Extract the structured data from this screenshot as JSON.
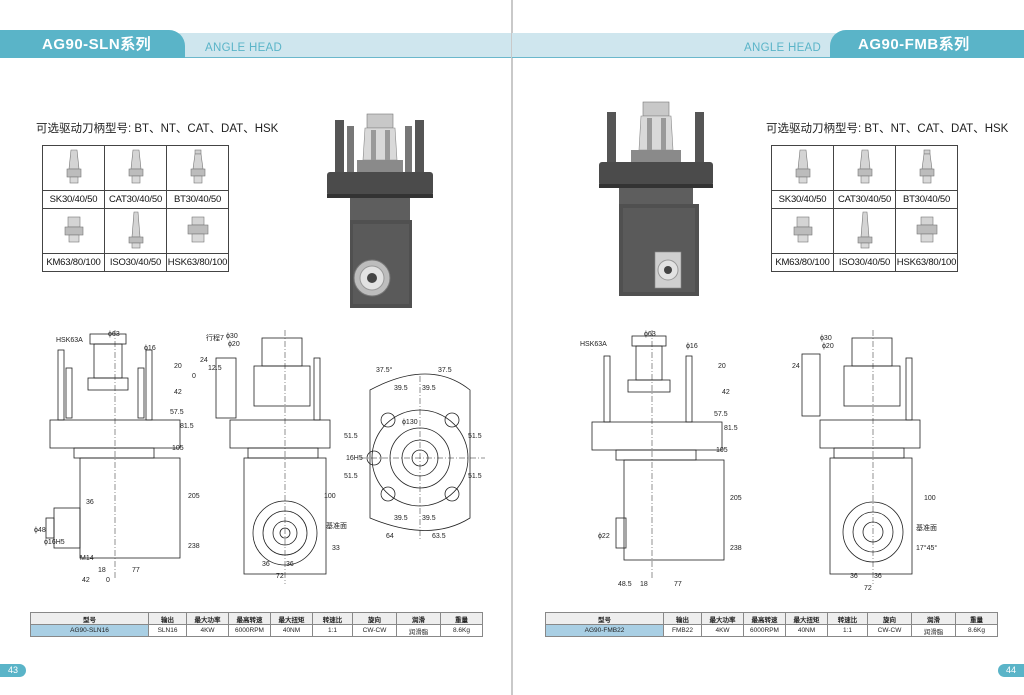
{
  "left": {
    "header_title": "AG90-SLN系列",
    "header_sub": "ANGLE HEAD",
    "holder_types_label": "可选驱动刀柄型号: BT、NT、CAT、DAT、HSK",
    "holders": [
      "SK30/40/50",
      "CAT30/40/50",
      "BT30/40/50",
      "KM63/80/100",
      "ISO30/40/50",
      "HSK63/80/100"
    ],
    "drawing": {
      "interface": "HSK63A",
      "front_dims": [
        "ϕ63",
        "ϕ16",
        "20",
        "0",
        "42",
        "57.5",
        "81.5",
        "105",
        "205",
        "238",
        "36",
        "ϕ48",
        "ϕ16H5",
        "M14",
        "18",
        "77",
        "42",
        "0"
      ],
      "side_dims": [
        "ϕ30",
        "ϕ20",
        "行程7",
        "24",
        "12.5",
        "100",
        "基准面",
        "33",
        "36",
        "36",
        "72"
      ],
      "top_dims": [
        "37.5°",
        "37.5",
        "39.5",
        "39.5",
        "ϕ130",
        "51.5",
        "51.5",
        "16H5",
        "51.5",
        "51.5",
        "39.5",
        "39.5",
        "64",
        "63.5"
      ]
    },
    "spec_headers": [
      "型号",
      "输出",
      "最大功率",
      "最高转速",
      "最大扭矩",
      "转速比",
      "旋向",
      "润滑",
      "重量"
    ],
    "spec_row": [
      "AG90-SLN16",
      "SLN16",
      "4KW",
      "6000RPM",
      "40NM",
      "1:1",
      "CW-CW",
      "润滑脂",
      "8.6Kg"
    ],
    "page_number": "43"
  },
  "right": {
    "header_title": "AG90-FMB系列",
    "header_sub": "ANGLE HEAD",
    "holder_types_label": "可选驱动刀柄型号: BT、NT、CAT、DAT、HSK",
    "holders": [
      "SK30/40/50",
      "CAT30/40/50",
      "BT30/40/50",
      "KM63/80/100",
      "ISO30/40/50",
      "HSK63/80/100"
    ],
    "drawing": {
      "interface": "HSK63A",
      "front_dims": [
        "ϕ63",
        "ϕ16",
        "20",
        "42",
        "57.5",
        "81.5",
        "105",
        "205",
        "238",
        "ϕ22",
        "48.5",
        "18",
        "77"
      ],
      "side_dims": [
        "ϕ30",
        "ϕ20",
        "24",
        "100",
        "基准面",
        "17°45°",
        "36",
        "36",
        "72"
      ]
    },
    "spec_headers": [
      "型号",
      "输出",
      "最大功率",
      "最高转速",
      "最大扭矩",
      "转速比",
      "旋向",
      "润滑",
      "重量"
    ],
    "spec_row": [
      "AG90-FMB22",
      "FMB22",
      "4KW",
      "6000RPM",
      "40NM",
      "1:1",
      "CW-CW",
      "润滑脂",
      "8.6Kg"
    ],
    "page_number": "44"
  },
  "colors": {
    "accent": "#5ab4c8",
    "header_band": "#cfe6ee",
    "model_cell": "#a9cfe4"
  }
}
